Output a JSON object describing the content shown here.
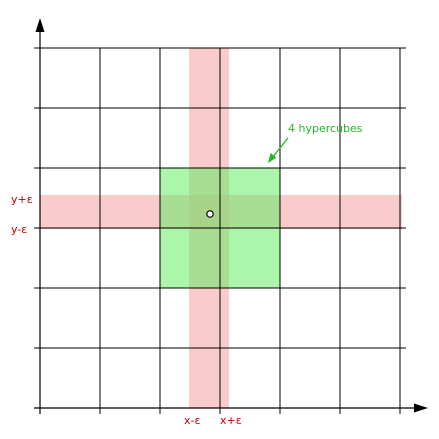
{
  "labels": {
    "y_plus": "y+ε",
    "y_minus": "y-ε",
    "x_minus": "x-ε",
    "x_plus": "x+ε",
    "annotation": "4 hypercubes"
  },
  "colors": {
    "band": "#f4a0a0",
    "hypercubes": "#66ee66",
    "grid": "#000000",
    "label_red": "#c00000",
    "label_green": "#22bb22",
    "point_fill": "#ffffff"
  }
}
